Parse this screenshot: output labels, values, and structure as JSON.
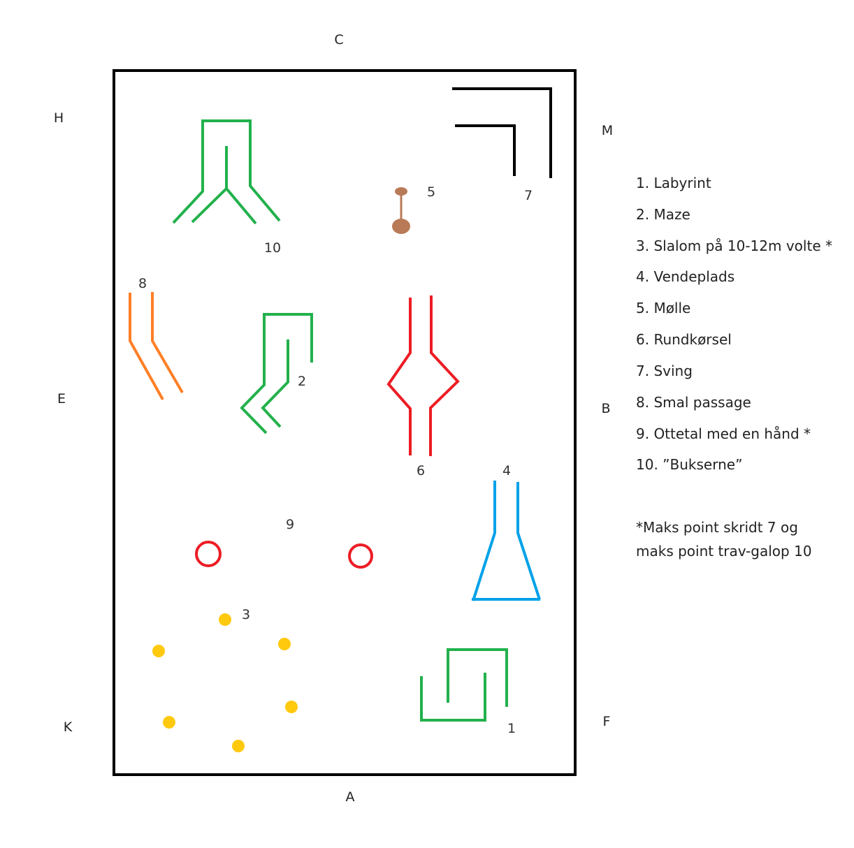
{
  "colors": {
    "green": "#22b14c",
    "red": "#ed1c24",
    "orange": "#ff7f27",
    "blue": "#00a2e8",
    "yellow": "#ffc90e",
    "brown": "#b97a57",
    "black": "#000000"
  },
  "arena_letters": {
    "C": "C",
    "H": "H",
    "M": "M",
    "E": "E",
    "B": "B",
    "K": "K",
    "F": "F",
    "A": "A"
  },
  "obstacle_numbers": {
    "n1": "1",
    "n2": "2",
    "n3": "3",
    "n4": "4",
    "n5": "5",
    "n6": "6",
    "n7": "7",
    "n8": "8",
    "n9": "9",
    "n10": "10"
  },
  "legend": {
    "items": [
      "1. Labyrint",
      "2. Maze",
      "3. Slalom på 10-12m volte *",
      "4. Vendeplads",
      "5. Mølle",
      "6. Rundkørsel",
      "7. Sving",
      "8. Smal passage",
      "9. Ottetal med en hånd *",
      "10. ”Bukserne”"
    ],
    "footnote": [
      "*Maks point skridt 7 og",
      "maks point trav-galop 10"
    ]
  }
}
